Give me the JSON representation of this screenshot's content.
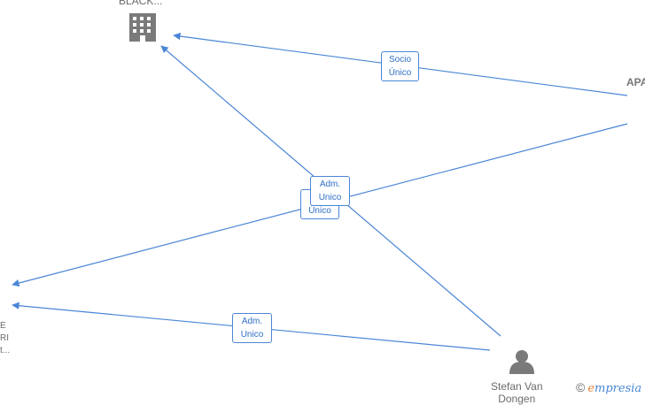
{
  "nodes": {
    "company_top": {
      "label": "BLACK..."
    },
    "company_right": {
      "label": "APA"
    },
    "company_left": {
      "label_lines": [
        "E",
        "RI",
        "t..."
      ]
    },
    "person": {
      "label_lines": [
        "Stefan Van",
        "Dongen"
      ]
    }
  },
  "edges": [
    {
      "role_line1": "Socio",
      "role_line2": "Único"
    },
    {
      "role_line1": "Adm.",
      "role_line2": "Unico"
    },
    {
      "role_line1": "S",
      "role_line2": "Único"
    },
    {
      "role_line1": "Adm.",
      "role_line2": "Unico"
    }
  ],
  "brand": {
    "copyright": "©",
    "name_first": "e",
    "name_rest": "mpresia"
  },
  "colors": {
    "edge": "#4a86d6",
    "node": "#6b6b6b",
    "accent": "#e8833a"
  }
}
